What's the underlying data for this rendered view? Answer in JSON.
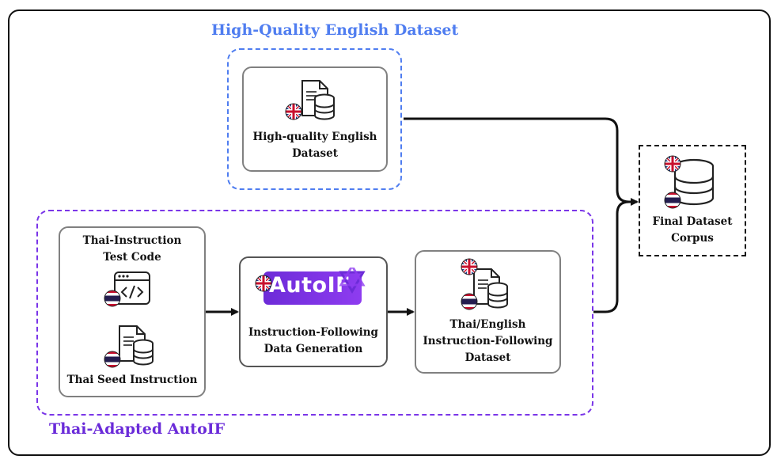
{
  "groups": {
    "english_title": "High-Quality English Dataset",
    "thai_title": "Thai-Adapted AutoIF"
  },
  "nodes": {
    "english_dataset": [
      "High-quality English",
      "Dataset"
    ],
    "thai_test_code": [
      "Thai-Instruction",
      "Test Code"
    ],
    "thai_seed": "Thai Seed Instruction",
    "autoif_logo": "AutoIF",
    "generation": [
      "Instruction-Following",
      "Data Generation"
    ],
    "bilingual_dataset": [
      "Thai/English",
      "Instruction-Following",
      "Dataset"
    ],
    "final_corpus": [
      "Final Dataset",
      "Corpus"
    ]
  },
  "colors": {
    "blue": "#4f7df0",
    "purple": "#6a2bd9"
  },
  "icons": [
    "uk-flag-icon",
    "thai-flag-icon",
    "document-database-icon",
    "code-window-icon",
    "database-icon",
    "sparkle-logo-icon"
  ]
}
